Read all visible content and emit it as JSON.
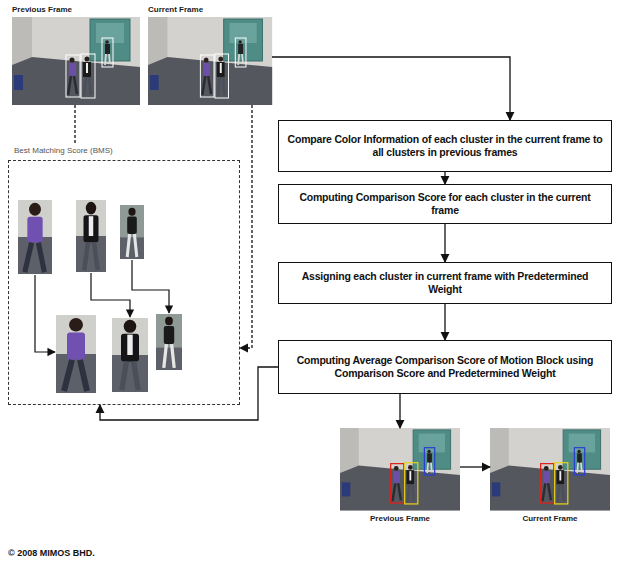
{
  "diagram": {
    "nodes": [
      {
        "text": [
          "Previous Frame"
        ]
      },
      {
        "text": [
          "Current Frame"
        ]
      },
      {
        "text": [
          "Best Matching Score (BMS)"
        ]
      },
      {
        "text": [
          "Compare Color Information of each cluster in the current frame to all clusters in previous frames"
        ]
      },
      {
        "text": [
          "Computing Comparison Score for each cluster in the current frame"
        ]
      },
      {
        "text": [
          "Assigning each cluster in current frame with Predetermined Weight"
        ]
      },
      {
        "text": [
          "Computing Average Comparison Score of Motion Block using Comparison Score and Predetermined Weight"
        ]
      },
      {
        "text": [
          "Previous Frame"
        ]
      },
      {
        "text": [
          "Current Frame"
        ]
      }
    ],
    "edges": [
      {
        "from": 0,
        "to": 2,
        "arrow": "none"
      },
      {
        "from": 1,
        "to": 2,
        "arrow": "to"
      },
      {
        "from": 1,
        "to": 3,
        "arrow": "to"
      },
      {
        "from": 3,
        "to": 4,
        "arrow": "to"
      },
      {
        "from": 4,
        "to": 5,
        "arrow": "to"
      },
      {
        "from": 5,
        "to": 6,
        "arrow": "to"
      },
      {
        "from": 6,
        "to": 2,
        "arrow": "to"
      },
      {
        "from": 6,
        "to": 7,
        "arrow": "to"
      },
      {
        "from": 7,
        "to": 8,
        "arrow": "to"
      }
    ],
    "labels": [
      "© 2008 MIMOS BHD."
    ]
  }
}
